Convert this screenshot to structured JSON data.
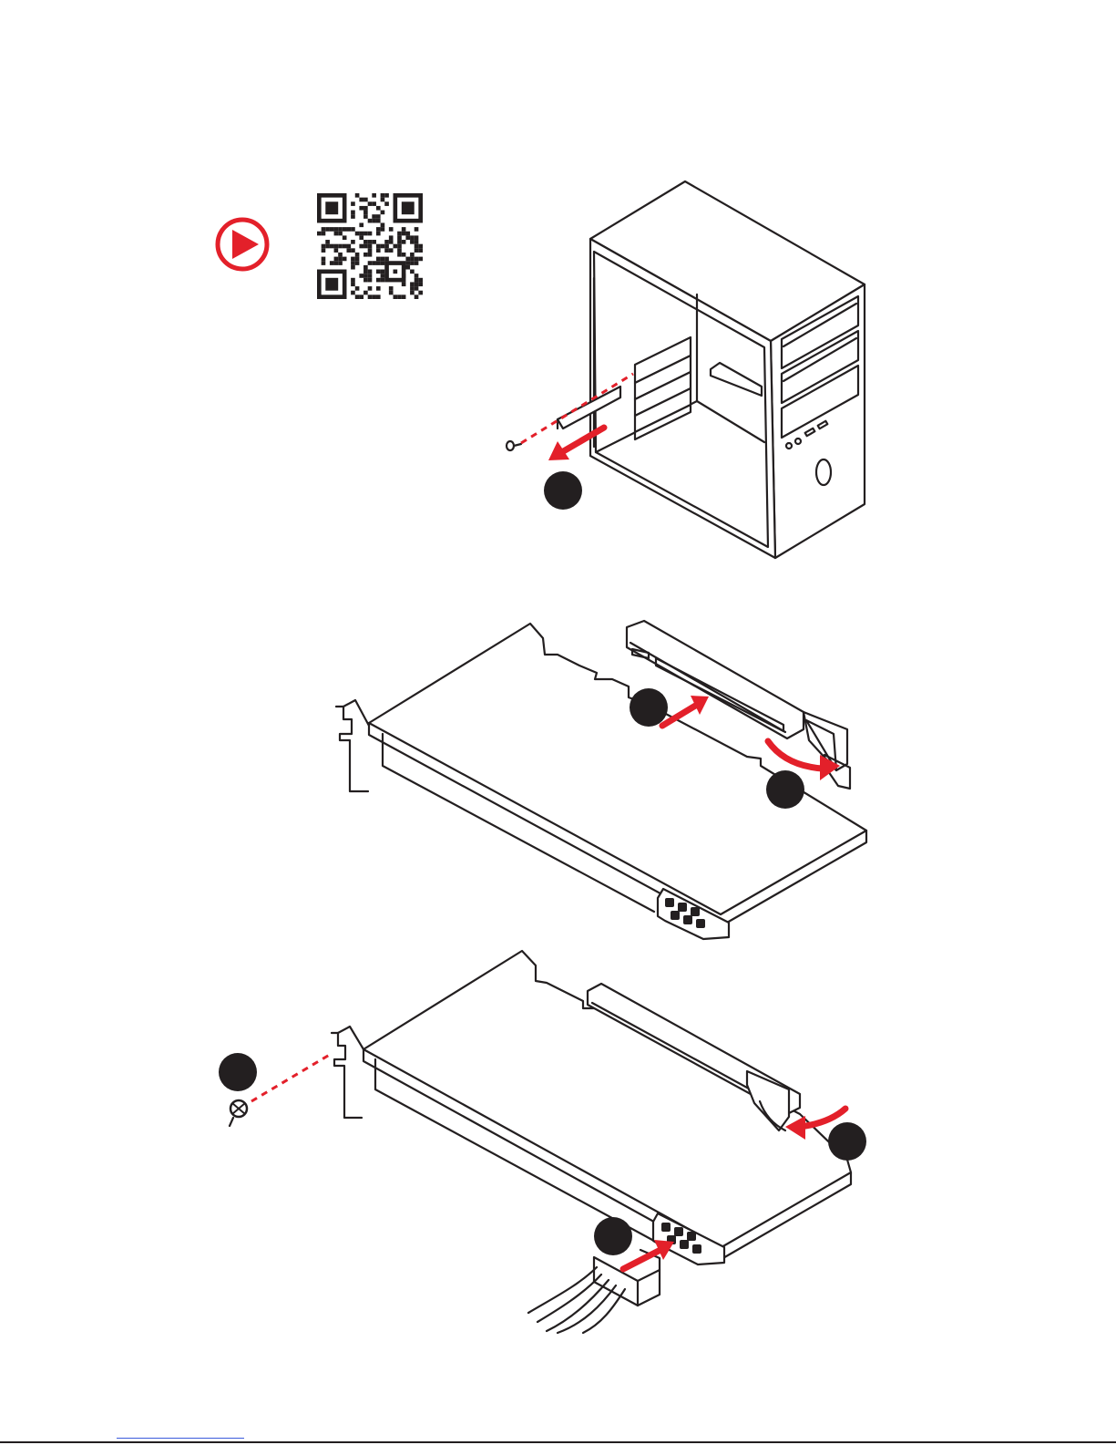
{
  "colors": {
    "accent": "#e3202a",
    "line": "#231f20",
    "badge": "#231f20"
  },
  "video_link": {
    "icon": "play-icon"
  },
  "qr_code": {
    "icon": "qr-code-icon"
  },
  "steps": [
    {
      "icon": "step-badge",
      "label": ""
    },
    {
      "icon": "step-badge",
      "label": ""
    },
    {
      "icon": "step-badge",
      "label": ""
    },
    {
      "icon": "step-badge",
      "label": ""
    },
    {
      "icon": "step-badge",
      "label": ""
    },
    {
      "icon": "step-badge",
      "label": ""
    }
  ],
  "illustrations": [
    "pc-case-remove-slot-cover",
    "graphics-card-insert-slot",
    "graphics-card-secure-and-power"
  ]
}
